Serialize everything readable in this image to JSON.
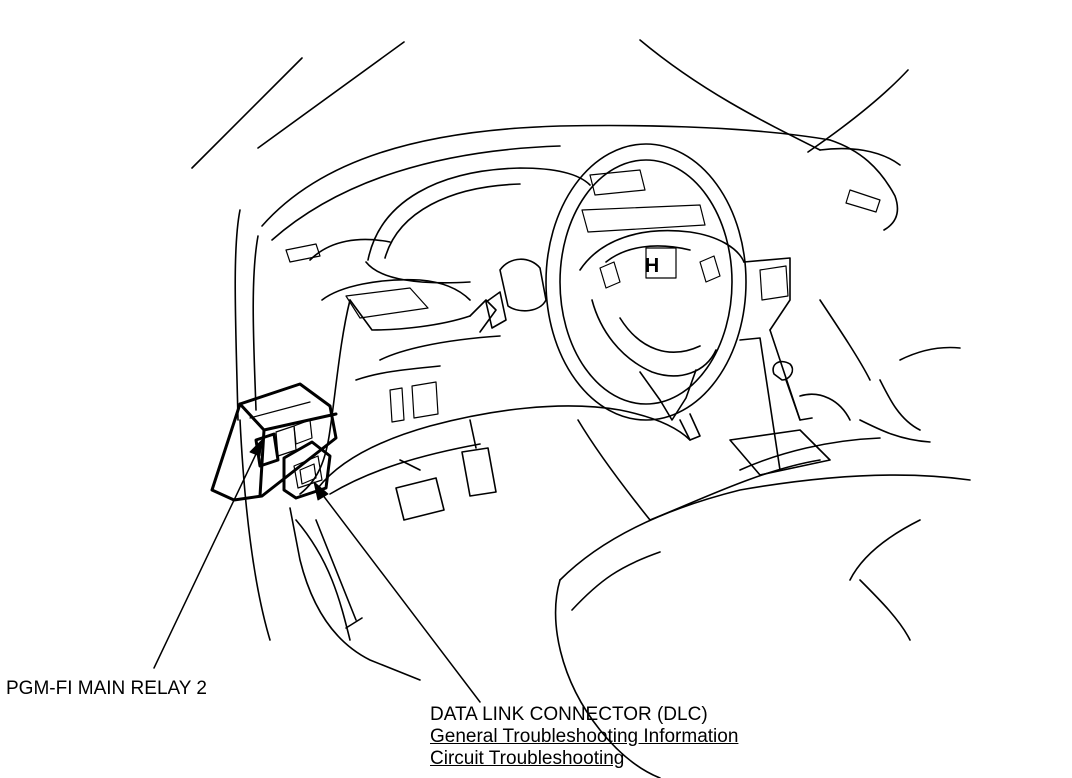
{
  "labels": {
    "relay": "PGM-FI MAIN RELAY 2",
    "dlc": "DATA LINK CONNECTOR (DLC)"
  },
  "links": {
    "general": "General Troubleshooting Information",
    "circuit": "Circuit Troubleshooting"
  },
  "emblem": {
    "letter": "H"
  }
}
